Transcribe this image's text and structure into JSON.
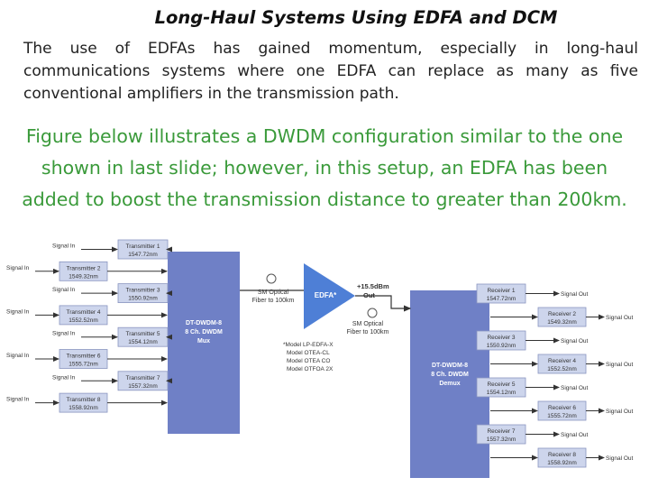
{
  "slide": {
    "title": "Long-Haul Systems Using EDFA and DCM",
    "paragraph": "The use of EDFAs has gained momentum, especially in long-haul communications systems where one EDFA can replace as many as five conventional amplifiers in the transmission path.",
    "highlight": "Figure below illustrates a DWDM configuration similar to the one shown in last slide; however, in this setup, an EDFA has been added to boost the transmission distance to greater than 200km."
  },
  "diagram": {
    "colors": {
      "box": "#cdd5ec",
      "box_border": "#8a95c0",
      "mux": "#6f80c6",
      "edfa": "#4e7fd6",
      "arrow": "#333333",
      "label": "#333333"
    },
    "signal_in_label": "Signal In",
    "signal_out_label": "Signal Out",
    "transmitters": [
      {
        "name": "Transmitter 1",
        "wavelength": "1547.72nm"
      },
      {
        "name": "Transmitter 2",
        "wavelength": "1549.32nm"
      },
      {
        "name": "Transmitter 3",
        "wavelength": "1550.92nm"
      },
      {
        "name": "Transmitter 4",
        "wavelength": "1552.52nm"
      },
      {
        "name": "Transmitter 5",
        "wavelength": "1554.12nm"
      },
      {
        "name": "Transmitter 6",
        "wavelength": "1555.72nm"
      },
      {
        "name": "Transmitter 7",
        "wavelength": "1557.32nm"
      },
      {
        "name": "Transmitter 8",
        "wavelength": "1558.92nm"
      }
    ],
    "receivers": [
      {
        "name": "Receiver 1",
        "wavelength": "1547.72nm"
      },
      {
        "name": "Receiver 2",
        "wavelength": "1549.32nm"
      },
      {
        "name": "Receiver 3",
        "wavelength": "1550.92nm"
      },
      {
        "name": "Receiver 4",
        "wavelength": "1552.52nm"
      },
      {
        "name": "Receiver 5",
        "wavelength": "1554.12nm"
      },
      {
        "name": "Receiver 6",
        "wavelength": "1555.72nm"
      },
      {
        "name": "Receiver 7",
        "wavelength": "1557.32nm"
      },
      {
        "name": "Receiver 8",
        "wavelength": "1558.92nm"
      }
    ],
    "mux": {
      "lines": [
        "DT-DWDM-8",
        "8 Ch. DWDM",
        "Mux"
      ]
    },
    "demux": {
      "lines": [
        "DT-DWDM-8",
        "8 Ch. DWDM",
        "Demux"
      ]
    },
    "edfa": {
      "label": "EDFA*",
      "gain": "+15.5dBm",
      "out": "Out"
    },
    "fiber_top": {
      "lines": [
        "SM Optical",
        "Fiber to 100km"
      ]
    },
    "fiber_bottom": {
      "lines": [
        "SM Optical",
        "Fiber to 100km"
      ]
    },
    "models_note": [
      "*Model LP-EDFA-X",
      "Model OTEA-CL",
      "Model OTEA CO",
      "Model OTFOA 2X"
    ]
  }
}
